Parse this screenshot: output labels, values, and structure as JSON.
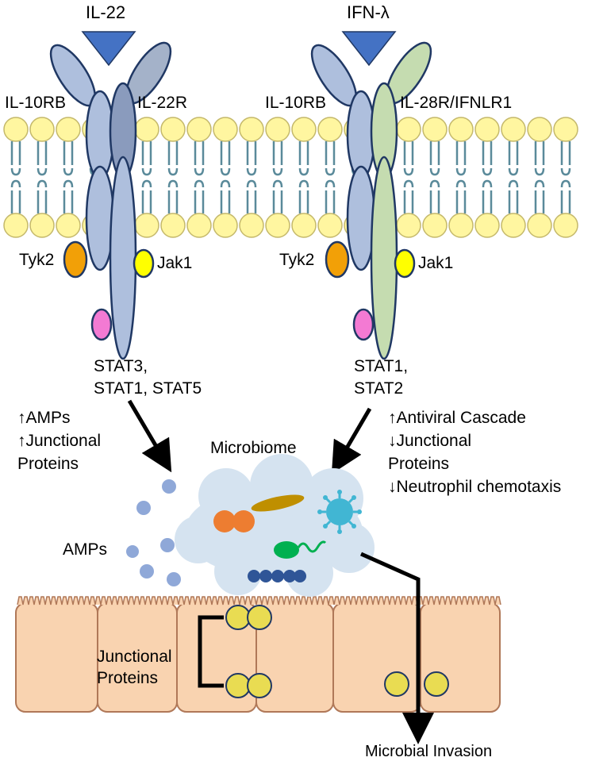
{
  "left_pathway": {
    "ligand": "IL-22",
    "receptor_a": "IL-10RB",
    "receptor_b": "IL-22R",
    "kinase_a": "Tyk2",
    "kinase_b": "Jak1",
    "stats": [
      "STAT3,",
      "STAT1,  STAT5"
    ],
    "effects": [
      "↑AMPs",
      "↑Junctional",
      "Proteins"
    ]
  },
  "right_pathway": {
    "ligand": "IFN-λ",
    "receptor_a": "IL-10RB",
    "receptor_b": "IL-28R/IFNLR1",
    "kinase_a": "Tyk2",
    "kinase_b": "Jak1",
    "stats": [
      "STAT1,",
      "STAT2"
    ],
    "effects": [
      "↑Antiviral Cascade",
      "↓Junctional",
      "Proteins",
      "↓Neutrophil  chemotaxis"
    ]
  },
  "microbiome_label": "Microbiome",
  "amps_label": "AMPs",
  "junctional_label": [
    "Junctional",
    "Proteins"
  ],
  "invasion_label": "Microbial Invasion",
  "colors": {
    "ligand": "#4472c4",
    "receptor_left": "#aebfdd",
    "receptor_left_dark": "#8a9bbd",
    "receptor_right_green": "#c5dcb0",
    "outline": "#203864",
    "tyk2": "#f2a007",
    "jak1": "#ffff00",
    "stat": "#f37ad3",
    "lipid": "#fff6a0",
    "lipid_stroke": "#c4b86a",
    "tail": "#5a8a9a",
    "cloud": "#d5e3f0",
    "amp_dot": "#8fa8d8",
    "cell": "#f9d3b0",
    "cell_border": "#b07858",
    "junction": "#e9dc52"
  }
}
